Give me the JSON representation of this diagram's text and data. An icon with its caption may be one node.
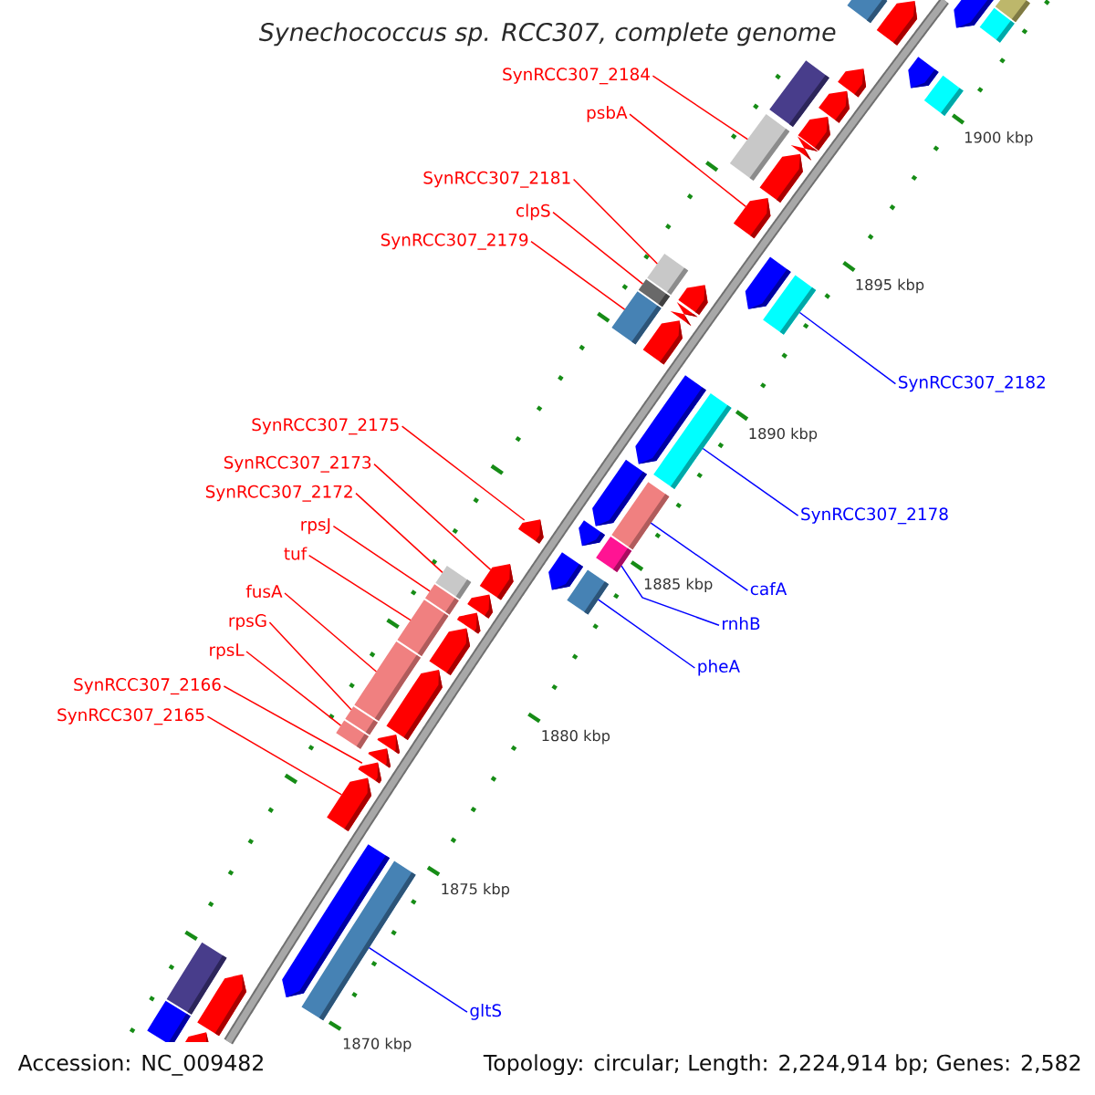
{
  "diagram": {
    "title": "Synechococcus sp. RCC307, complete genome",
    "nodes": [
      {
        "text": [
          "SynRCC307_2184"
        ]
      },
      {
        "text": [
          "psbA"
        ]
      },
      {
        "text": [
          "SynRCC307_2181"
        ]
      },
      {
        "text": [
          "clpS"
        ]
      },
      {
        "text": [
          "SynRCC307_2179"
        ]
      },
      {
        "text": [
          "SynRCC307_2175"
        ]
      },
      {
        "text": [
          "SynRCC307_2173"
        ]
      },
      {
        "text": [
          "SynRCC307_2172"
        ]
      },
      {
        "text": [
          "rpsJ"
        ]
      },
      {
        "text": [
          "tuf"
        ]
      },
      {
        "text": [
          "fusA"
        ]
      },
      {
        "text": [
          "rpsG"
        ]
      },
      {
        "text": [
          "rpsL"
        ]
      },
      {
        "text": [
          "SynRCC307_2166"
        ]
      },
      {
        "text": [
          "SynRCC307_2165"
        ]
      },
      {
        "text": [
          "SynRCC307_2182"
        ]
      },
      {
        "text": [
          "SynRCC307_2178"
        ]
      },
      {
        "text": [
          "cafA"
        ]
      },
      {
        "text": [
          "rnhB"
        ]
      },
      {
        "text": [
          "pheA"
        ]
      },
      {
        "text": [
          "gltS"
        ]
      },
      {
        "text": [],
        "shape": "box"
      },
      {
        "text": [],
        "shape": "box"
      },
      {
        "text": [],
        "shape": "pentagon"
      },
      {
        "text": [],
        "shape": "pentagon"
      },
      {
        "text": [],
        "shape": "box"
      },
      {
        "text": [],
        "shape": "pentagon"
      },
      {
        "text": [],
        "shape": "pentagon"
      },
      {
        "text": [],
        "shape": "box"
      },
      {
        "text": [],
        "shape": "box"
      },
      {
        "text": [],
        "shape": "pentagon"
      },
      {
        "text": [],
        "shape": "pentagon"
      },
      {
        "text": [],
        "shape": "triangle"
      },
      {
        "text": [],
        "shape": "box"
      },
      {
        "text": [],
        "shape": "triangle"
      },
      {
        "text": [],
        "shape": "pentagon"
      },
      {
        "text": [],
        "shape": "pentagon"
      },
      {
        "text": [],
        "shape": "box"
      },
      {
        "text": [],
        "shape": "pentagon"
      },
      {
        "text": [],
        "shape": "box"
      },
      {
        "text": [],
        "shape": "pentagon"
      },
      {
        "text": [],
        "shape": "box"
      },
      {
        "text": [],
        "shape": "triangle"
      },
      {
        "text": [],
        "shape": "triangle"
      },
      {
        "text": [],
        "shape": "box"
      },
      {
        "text": [],
        "shape": "pentagon"
      },
      {
        "text": [],
        "shape": "pentagon"
      },
      {
        "text": [],
        "shape": "box"
      },
      {
        "text": [],
        "shape": "pentagon"
      },
      {
        "text": [],
        "shape": "box"
      },
      {
        "text": [],
        "shape": "pentagon"
      },
      {
        "text": [],
        "shape": "pentagon"
      },
      {
        "text": [],
        "shape": "box"
      },
      {
        "text": [],
        "shape": "pentagon"
      },
      {
        "text": [],
        "shape": "pentagon"
      },
      {
        "text": [],
        "shape": "box"
      },
      {
        "text": [],
        "shape": "box"
      },
      {
        "text": [],
        "shape": "box"
      },
      {
        "text": [],
        "shape": "pentagon"
      },
      {
        "text": [],
        "shape": "pentagon"
      },
      {
        "text": [],
        "shape": "box"
      },
      {
        "text": [],
        "shape": "pentagon"
      },
      {
        "text": [],
        "shape": "box"
      },
      {
        "text": [],
        "shape": "pentagon"
      },
      {
        "text": [],
        "shape": "box"
      },
      {
        "text": [],
        "shape": "box"
      },
      {
        "text": [],
        "shape": "pentagon"
      },
      {
        "text": [],
        "shape": "pentagon"
      },
      {
        "text": [],
        "shape": "pentagon"
      },
      {
        "text": [],
        "shape": "pentagon"
      },
      {
        "text": [],
        "shape": "pentagon"
      },
      {
        "text": [],
        "shape": "box"
      },
      {
        "text": [],
        "shape": "box"
      },
      {
        "text": [],
        "shape": "pentagon"
      },
      {
        "text": [],
        "shape": "box"
      },
      {
        "text": [],
        "shape": "pentagon"
      }
    ],
    "edges": [
      {
        "from": 0,
        "to": 33,
        "arrow": "none"
      },
      {
        "from": 1,
        "to": 36,
        "arrow": "none"
      },
      {
        "from": 2,
        "to": 37,
        "arrow": "none"
      },
      {
        "from": 3,
        "to": 39,
        "arrow": "none"
      },
      {
        "from": 4,
        "to": 44,
        "arrow": "none"
      },
      {
        "from": 5,
        "to": 50,
        "arrow": "none"
      },
      {
        "from": 6,
        "to": 54,
        "arrow": "none"
      },
      {
        "from": 7,
        "to": 55,
        "arrow": "none"
      },
      {
        "from": 8,
        "to": 57,
        "arrow": "none"
      },
      {
        "from": 9,
        "to": 60,
        "arrow": "none"
      },
      {
        "from": 10,
        "to": 62,
        "arrow": "none"
      },
      {
        "from": 11,
        "to": 64,
        "arrow": "none"
      },
      {
        "from": 12,
        "to": 65,
        "arrow": "none"
      },
      {
        "from": 13,
        "to": 68,
        "arrow": "none"
      },
      {
        "from": 14,
        "to": 69,
        "arrow": "none"
      },
      {
        "from": 15,
        "to": 41,
        "arrow": "none",
        "color": "#0000ff"
      },
      {
        "from": 16,
        "to": 47,
        "arrow": "none",
        "color": "#0000ff"
      },
      {
        "from": 17,
        "to": 49,
        "arrow": "none",
        "color": "#0000ff"
      },
      {
        "from": 18,
        "to": 52,
        "arrow": "none",
        "color": "#0000ff"
      },
      {
        "from": 19,
        "to": 56,
        "arrow": "none",
        "color": "#0000ff"
      },
      {
        "from": 20,
        "to": 71,
        "arrow": "none",
        "color": "#0000ff"
      }
    ],
    "labels": [
      "1900 kbp",
      "1895 kbp",
      "1890 kbp",
      "1885 kbp",
      "1880 kbp",
      "1875 kbp",
      "1870 kbp",
      "Accession: NC_009482",
      "Topology: circular; Length: 2,224,914 bp; Genes: 2,582"
    ]
  }
}
